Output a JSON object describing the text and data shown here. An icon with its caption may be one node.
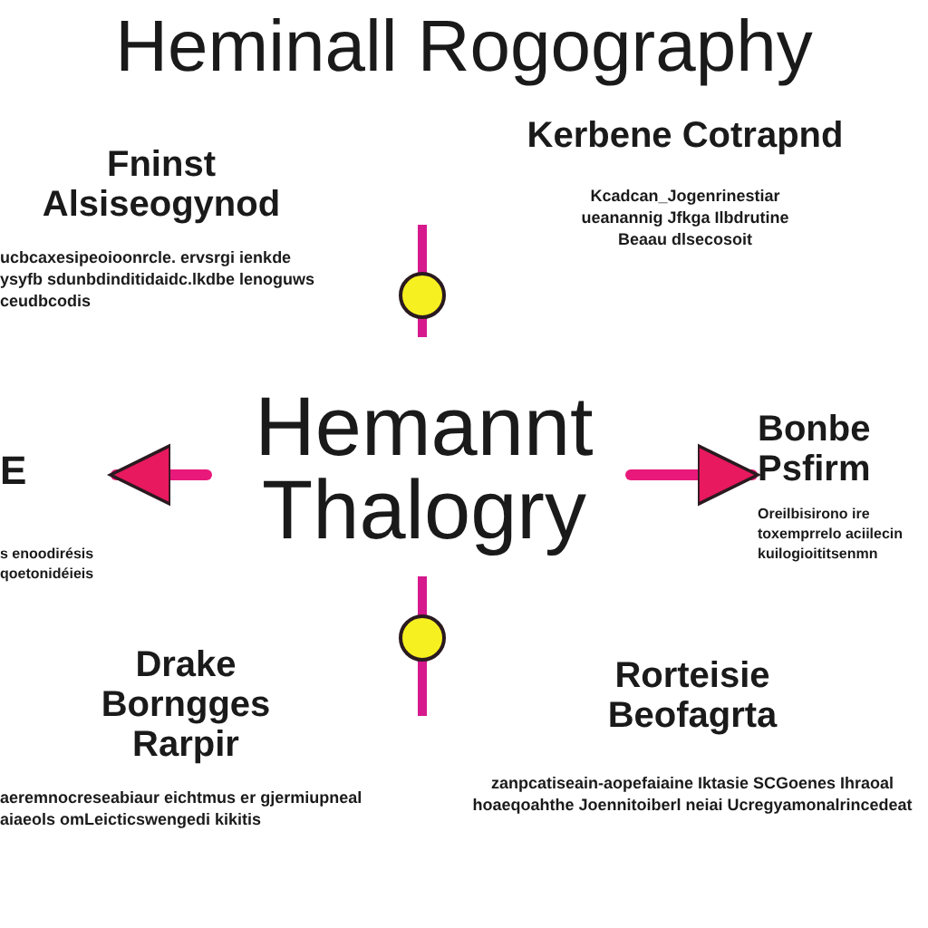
{
  "diagram": {
    "title": "Heminall Rogography",
    "nodes": [
      {
        "text": [
          "Hemannt Thalogry"
        ]
      },
      {
        "text": [
          "Fninst Alsiseogynod",
          "ucbcaxesipeoioonrcle. ervsrgi ienkde ysyfb sdunbdinditidaidc.lkdbe lenoguws ceudbcodis"
        ]
      },
      {
        "text": [
          "Kerbene Cotrapnd",
          "Kcadcan_Jogenrinestiar ueanannig Jfkga Ilbdrutine Beaau dlsecosoit"
        ]
      },
      {
        "text": [
          "E",
          "s enoodirésis qoetonidéieis"
        ]
      },
      {
        "text": [
          "Bonbe Psfirm",
          "Oreilbisirono ire toxemprrelo aciilecin kuilogioititsenmn"
        ]
      },
      {
        "text": [
          "Drake Borngges Rarpir",
          "aeremnocreseabiaur eichtmus er gjermiupneal aiaeols omLeicticswengedi kikitis"
        ]
      },
      {
        "text": [
          "Rorteisie Beofagrta",
          "zanpcatiseain-aopefaiaine Iktasie SCGoenes Ihraoal hoaeqoahthe Joennitoiberl neiai Ucregyamonalrincedeat"
        ]
      }
    ],
    "edges": [
      {
        "from": 0,
        "to": 3,
        "arrow": "to"
      },
      {
        "from": 0,
        "to": 4,
        "arrow": "to"
      }
    ]
  }
}
